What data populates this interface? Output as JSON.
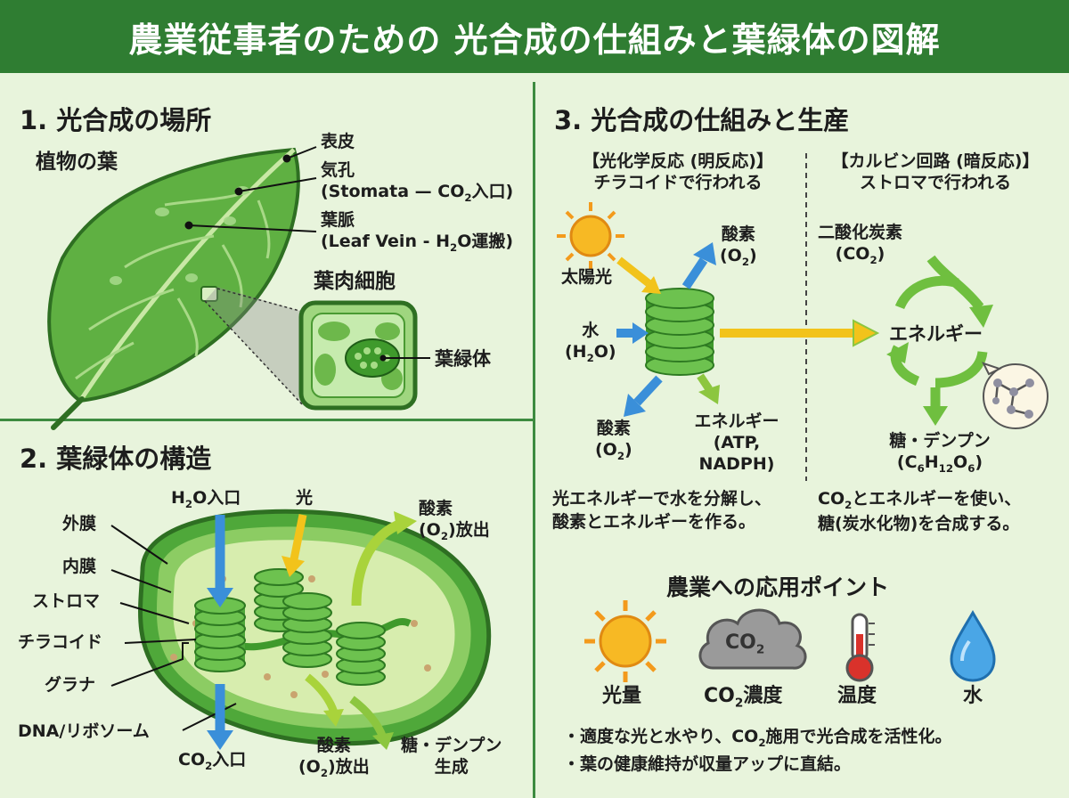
{
  "header": {
    "title": "農業従事者のための 光合成の仕組みと葉緑体の図解"
  },
  "section1": {
    "title": "1. 光合成の場所",
    "leaf_label": "植物の葉",
    "epidermis": "表皮",
    "stomata_line1": "気孔",
    "stomata_line2_a": "(Stomata — CO",
    "stomata_line2_sub": "2",
    "stomata_line2_b": "入口)",
    "vein_line1": "葉脈",
    "vein_line2_a": "(Leaf Vein - H",
    "vein_line2_sub": "2",
    "vein_line2_b": "O運搬)",
    "mesophyll": "葉肉細胞",
    "chloroplast": "葉緑体"
  },
  "section2": {
    "title": "2. 葉緑体の構造",
    "outer_membrane": "外膜",
    "inner_membrane": "内膜",
    "stroma": "ストロマ",
    "thylakoid": "チラコイド",
    "grana": "グラナ",
    "dna": "DNA/リボソーム",
    "h2o_in_a": "H",
    "h2o_in_sub": "2",
    "h2o_in_b": "O入口",
    "light": "光",
    "o2_out_top_line1": "酸素",
    "o2_out_top_line2_a": "(O",
    "o2_out_top_line2_sub": "2",
    "o2_out_top_line2_b": ")放出",
    "co2_in_a": "CO",
    "co2_in_sub": "2",
    "co2_in_b": "入口",
    "o2_out_bottom_line1": "酸素",
    "o2_out_bottom_line2_a": "(O",
    "o2_out_bottom_line2_sub": "2",
    "o2_out_bottom_line2_b": ")放出",
    "sugar_line1": "糖・デンプン",
    "sugar_line2": "生成"
  },
  "section3": {
    "title": "3. 光合成の仕組みと生産",
    "light_reaction_title": "【光化学反応 (明反応)】",
    "light_reaction_sub": "チラコイドで行われる",
    "calvin_title": "【カルビン回路 (暗反応)】",
    "calvin_sub": "ストロマで行われる",
    "sunlight": "太陽光",
    "oxygen_top_line1": "酸素",
    "oxygen_top_line2_a": "(O",
    "oxygen_top_line2_sub": "2",
    "oxygen_top_line2_b": ")",
    "water_line1": "水",
    "water_line2_a": "(H",
    "water_line2_sub": "2",
    "water_line2_b": "O)",
    "oxygen_bottom_line1": "酸素",
    "oxygen_bottom_line2_a": "(O",
    "oxygen_bottom_line2_sub": "2",
    "oxygen_bottom_line2_b": ")",
    "energy_line1": "エネルギー",
    "energy_line2": "(ATP,",
    "energy_line3": "NADPH)",
    "co2_line1": "二酸化炭素",
    "co2_line2_a": "(CO",
    "co2_line2_sub": "2",
    "co2_line2_b": ")",
    "cycle_energy": "エネルギー",
    "sugar_line1": "糖・デンプン",
    "sugar_line2_a": "(C",
    "sugar_line2_sub1": "6",
    "sugar_line2_b": "H",
    "sugar_line2_sub2": "12",
    "sugar_line2_c": "O",
    "sugar_line2_sub3": "6",
    "sugar_line2_d": ")",
    "light_note_line1": "光エネルギーで水を分解し、",
    "light_note_line2": "酸素とエネルギーを作る。",
    "calvin_note_line1_a": "CO",
    "calvin_note_line1_sub": "2",
    "calvin_note_line1_b": "とエネルギーを使い、",
    "calvin_note_line2": "糖(炭水化物)を合成する。"
  },
  "application": {
    "title": "農業への応用ポイント",
    "icon_light": "光量",
    "icon_co2_a": "CO",
    "icon_co2_sub": "2",
    "icon_co2_b": "濃度",
    "cloud_text_a": "CO",
    "cloud_text_sub": "2",
    "icon_temp": "温度",
    "icon_water": "水",
    "bullet1_a": "・適度な光と水やり、CO",
    "bullet1_sub": "2",
    "bullet1_b": "施用で光合成を活性化。",
    "bullet2": "・葉の健康維持が収量アップに直結。"
  },
  "colors": {
    "header": "#2f7d32",
    "background": "#e8f4dc",
    "leaf": "#5aaa3c",
    "grana": "#4fa83a",
    "arrow_blue": "#3a8fd9",
    "arrow_yellow": "#f2c31b",
    "arrow_green": "#8cc63f"
  }
}
